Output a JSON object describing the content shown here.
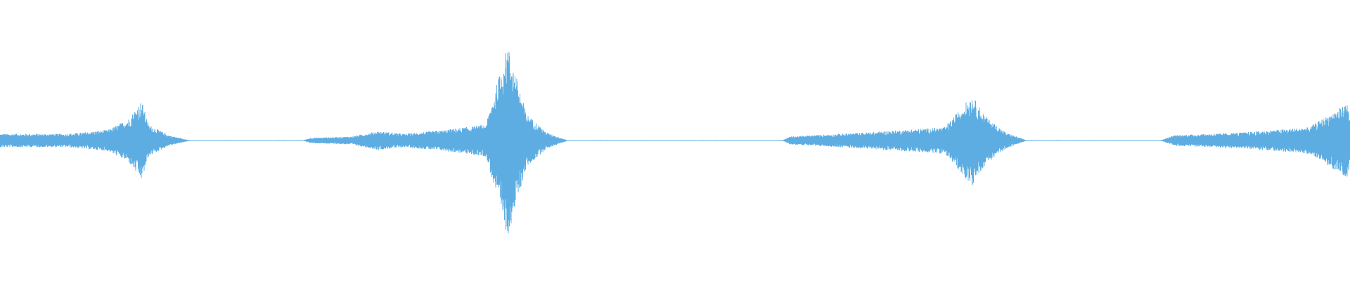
{
  "waveform": {
    "color": "#5DADE2",
    "background": "#FFFFFF",
    "amplitude_envelope": [
      {
        "t": 0.0,
        "amp": 0.05
      },
      {
        "t": 0.05,
        "amp": 0.05
      },
      {
        "t": 0.08,
        "amp": 0.08
      },
      {
        "t": 0.095,
        "amp": 0.16
      },
      {
        "t": 0.105,
        "amp": 0.3
      },
      {
        "t": 0.11,
        "amp": 0.12
      },
      {
        "t": 0.125,
        "amp": 0.04
      },
      {
        "t": 0.14,
        "amp": 0.003
      },
      {
        "t": 0.225,
        "amp": 0.003
      },
      {
        "t": 0.23,
        "amp": 0.02
      },
      {
        "t": 0.26,
        "amp": 0.03
      },
      {
        "t": 0.28,
        "amp": 0.07
      },
      {
        "t": 0.3,
        "amp": 0.05
      },
      {
        "t": 0.33,
        "amp": 0.08
      },
      {
        "t": 0.36,
        "amp": 0.12
      },
      {
        "t": 0.376,
        "amp": 0.72
      },
      {
        "t": 0.39,
        "amp": 0.2
      },
      {
        "t": 0.405,
        "amp": 0.06
      },
      {
        "t": 0.42,
        "amp": 0.003
      },
      {
        "t": 0.58,
        "amp": 0.003
      },
      {
        "t": 0.585,
        "amp": 0.03
      },
      {
        "t": 0.64,
        "amp": 0.06
      },
      {
        "t": 0.7,
        "amp": 0.1
      },
      {
        "t": 0.72,
        "amp": 0.34
      },
      {
        "t": 0.73,
        "amp": 0.18
      },
      {
        "t": 0.745,
        "amp": 0.06
      },
      {
        "t": 0.76,
        "amp": 0.003
      },
      {
        "t": 0.86,
        "amp": 0.003
      },
      {
        "t": 0.87,
        "amp": 0.04
      },
      {
        "t": 0.92,
        "amp": 0.06
      },
      {
        "t": 0.97,
        "amp": 0.1
      },
      {
        "t": 0.998,
        "amp": 0.28
      },
      {
        "t": 1.0,
        "amp": 0.2
      }
    ]
  }
}
